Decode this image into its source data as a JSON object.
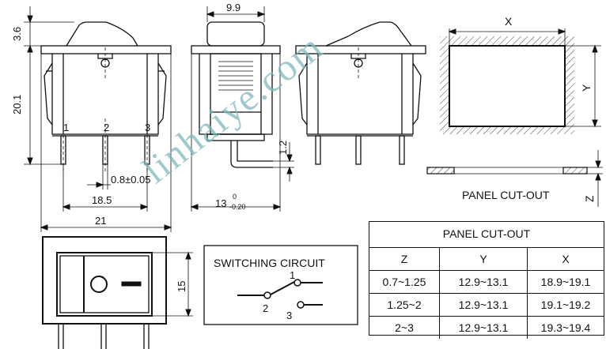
{
  "dimensions": {
    "actuator_height": "3.6",
    "body_height": "20.1",
    "pin_1": "1",
    "pin_2": "2",
    "pin_3": "3",
    "pin_width": "0.8±0.05",
    "pin_spacing": "18.5",
    "overall_length": "21",
    "side_width": "9.9",
    "terminal_thickness": "1.2",
    "side_base": "13",
    "side_base_tol_upper": "0",
    "side_base_tol_lower": "-0.20",
    "bottom_height": "15",
    "cutout_x": "X",
    "cutout_y": "Y",
    "cutout_z": "Z"
  },
  "labels": {
    "panel_cutout_side": "PANEL CUT-OUT",
    "switching_circuit": "SWITCHING CIRCUIT",
    "circuit_pin_1": "1",
    "circuit_pin_2": "2",
    "circuit_pin_3": "3"
  },
  "watermark": "linhaiye.com",
  "panel_table": {
    "title": "PANEL CUT-OUT",
    "headers": [
      "Z",
      "Y",
      "X"
    ],
    "rows": [
      [
        "0.7~1.25",
        "12.9~13.1",
        "18.9~19.1"
      ],
      [
        "1.25~2",
        "12.9~13.1",
        "19.1~19.2"
      ],
      [
        "2~3",
        "12.9~13.1",
        "19.3~19.4"
      ]
    ]
  }
}
